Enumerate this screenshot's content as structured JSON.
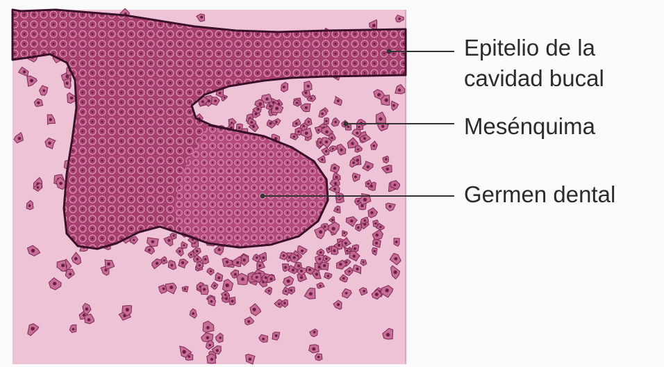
{
  "labels": {
    "epitelio_line1": "Epitelio de la",
    "epitelio_line2": "cavidad bucal",
    "mesenquima": "Mesénquima",
    "germen": "Germen dental"
  },
  "colors": {
    "background": "#fcfbfc",
    "mesenchyme": "#eec3d6",
    "epithelium": "#a8406f",
    "germ": "#b44a7c",
    "outline": "#3a1028",
    "cells": "#b0507c",
    "leader_line": "#333333"
  }
}
